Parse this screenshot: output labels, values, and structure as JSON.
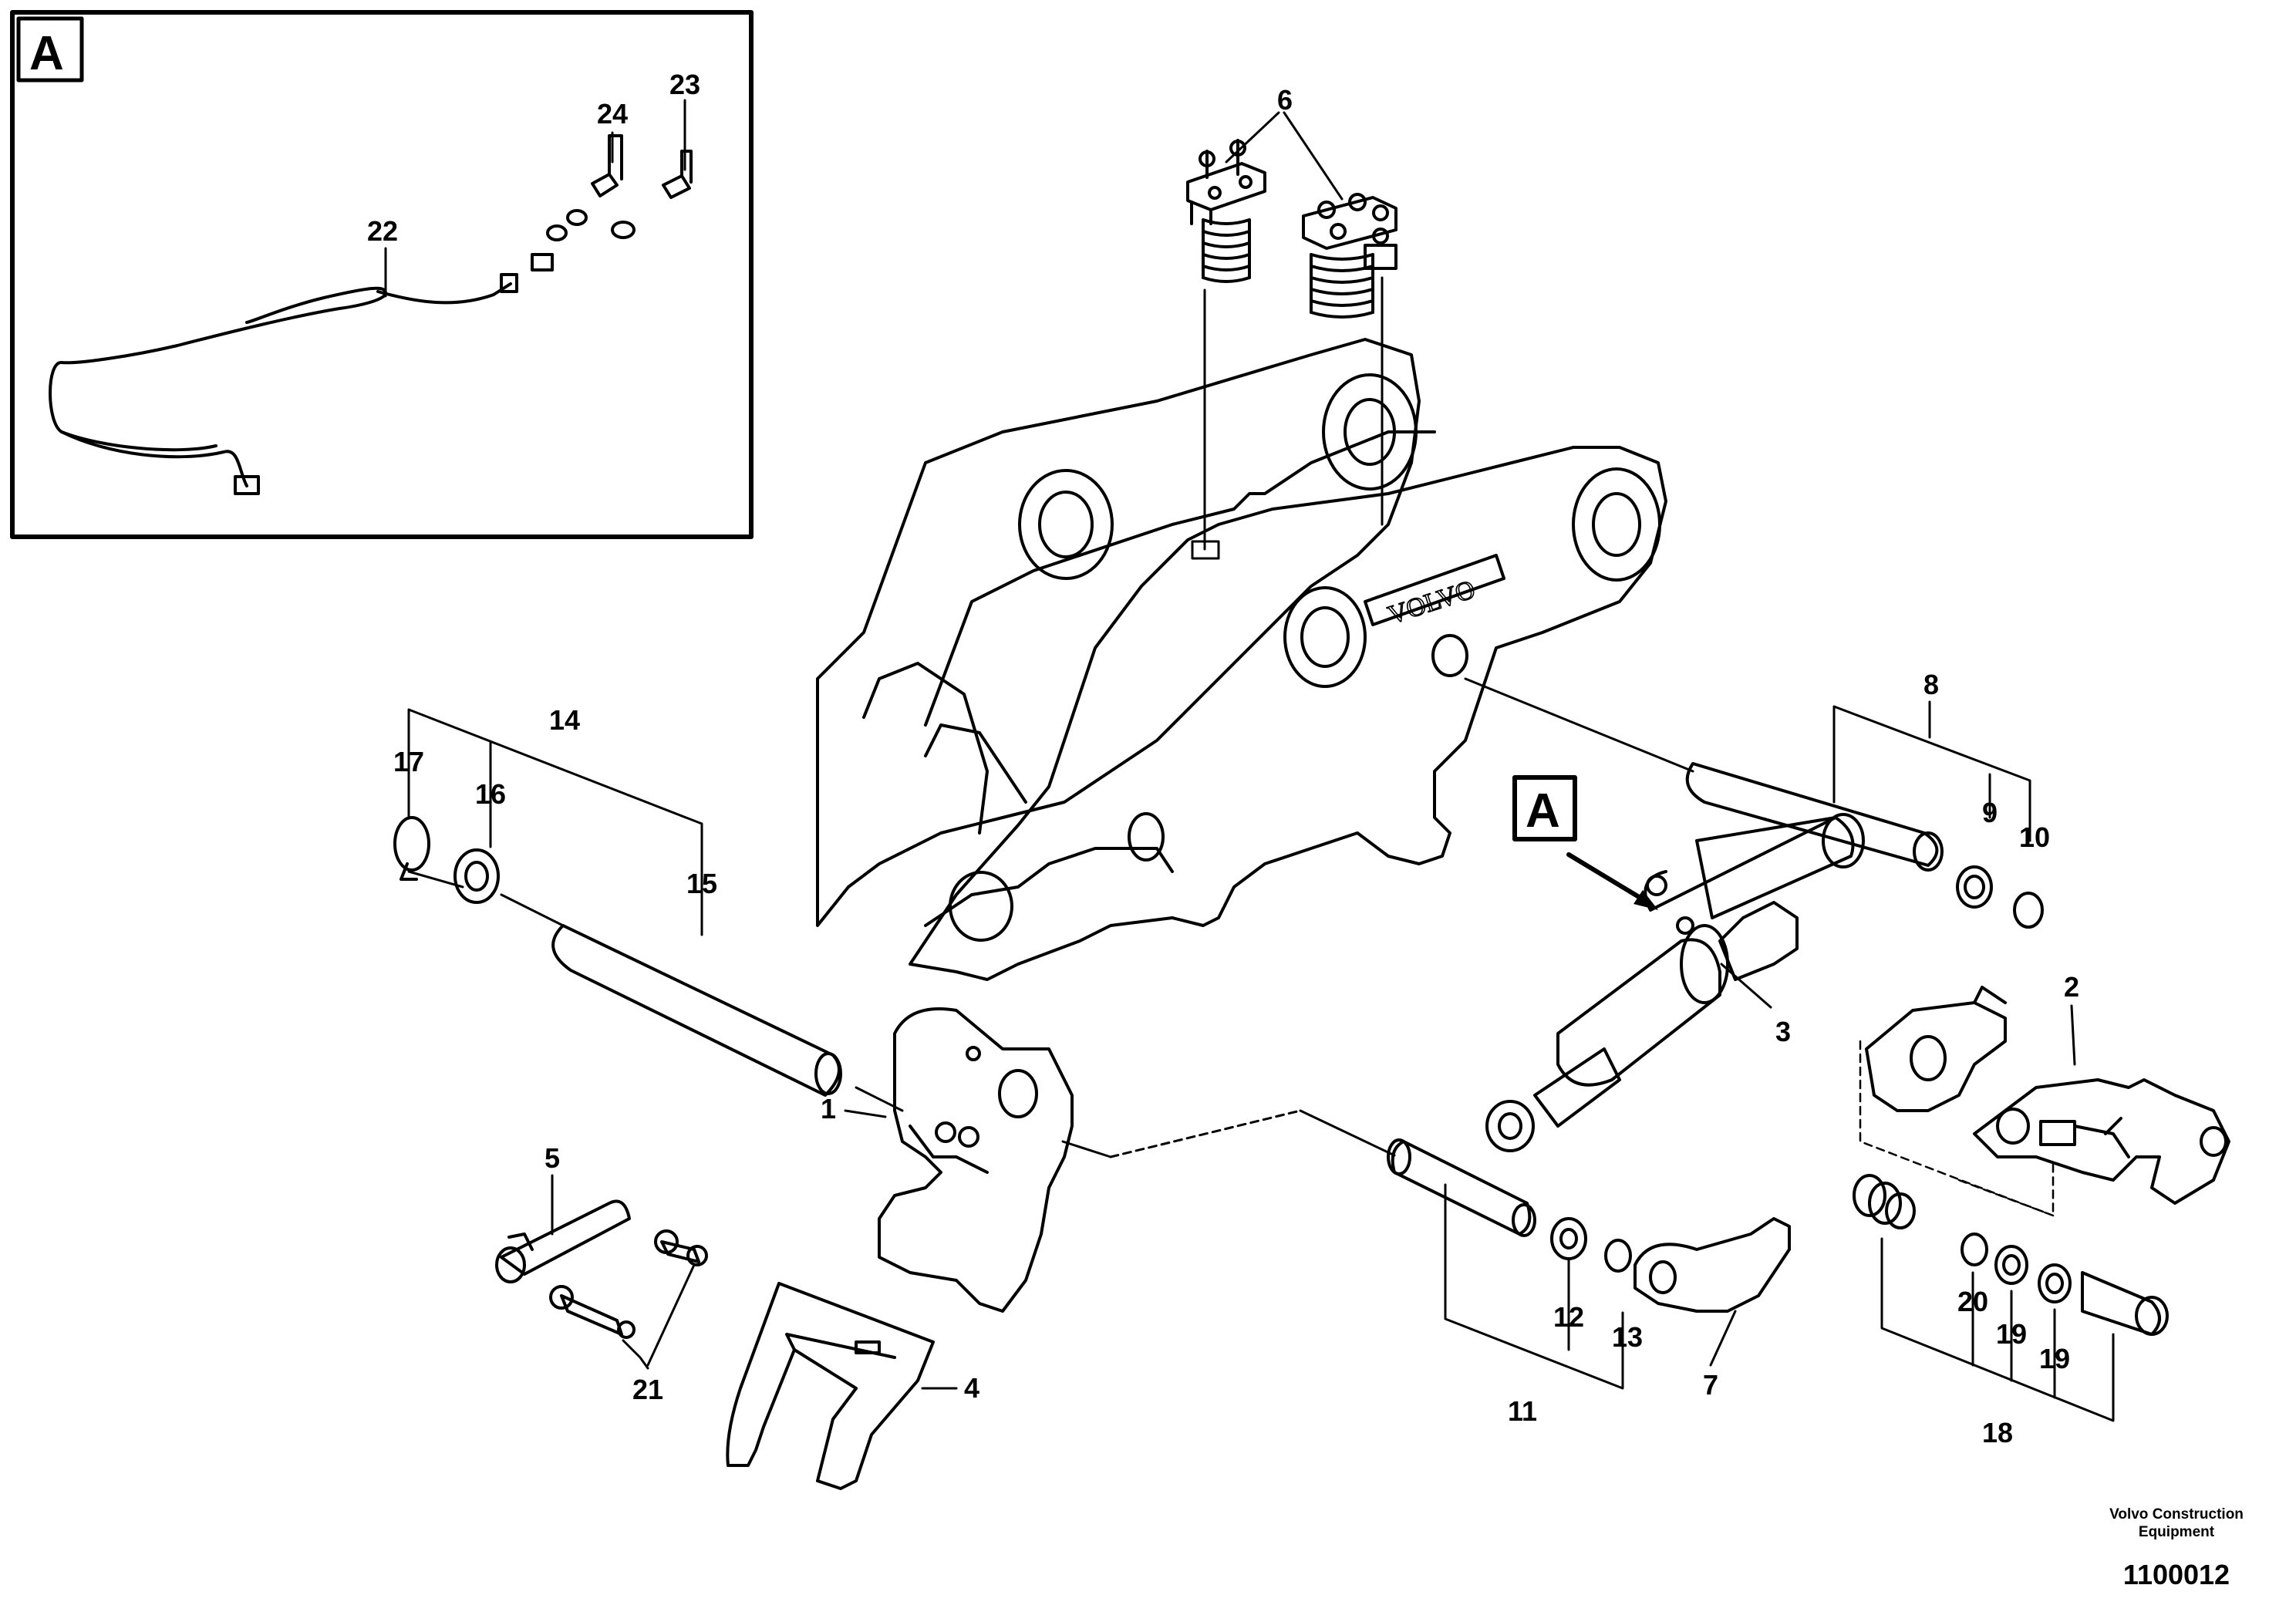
{
  "detail_box": {
    "letter": "A",
    "callouts": [
      "22",
      "23",
      "24"
    ]
  },
  "detail_reference": {
    "letter": "A"
  },
  "callouts": {
    "c1": "1",
    "c2": "2",
    "c3": "3",
    "c4": "4",
    "c5": "5",
    "c6": "6",
    "c7": "7",
    "c8": "8",
    "c9": "9",
    "c10": "10",
    "c11": "11",
    "c12": "12",
    "c13": "13",
    "c14": "14",
    "c15": "15",
    "c16": "16",
    "c17": "17",
    "c18": "18",
    "c19a": "19",
    "c19b": "19",
    "c20": "20",
    "c21": "21",
    "c22": "22",
    "c23": "23",
    "c24": "24"
  },
  "footer": {
    "company_line1": "Volvo Construction",
    "company_line2": "Equipment",
    "drawing_number": "1100012"
  }
}
